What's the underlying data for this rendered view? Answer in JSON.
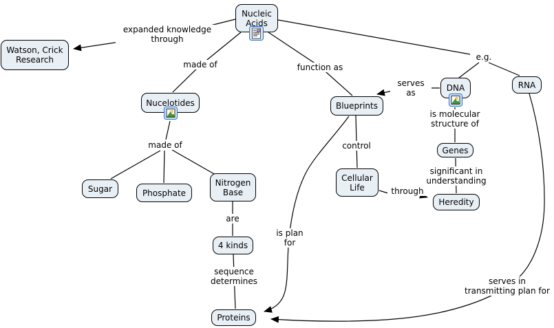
{
  "app": "concept-map",
  "topic": "Nucleic Acids",
  "colors": {
    "background": "#ffffff",
    "node_fill": "#e8eff5",
    "node_border": "#000000",
    "line": "#000000",
    "text": "#000000",
    "icon_box_fill": "#cfe3f8",
    "icon_box_border": "#2f6fce"
  },
  "nodes": [
    {
      "id": "nucleic-acids",
      "text": "Nucleic\nAcids"
    },
    {
      "id": "watson-crick",
      "text": "Watson, Crick\nResearch"
    },
    {
      "id": "nucelotides",
      "text": "Nucelotides"
    },
    {
      "id": "blueprints",
      "text": "Blueprints"
    },
    {
      "id": "dna",
      "text": "DNA"
    },
    {
      "id": "rna",
      "text": "RNA"
    },
    {
      "id": "sugar",
      "text": "Sugar"
    },
    {
      "id": "phosphate",
      "text": "Phosphate"
    },
    {
      "id": "nitrogen-base",
      "text": "Nitrogen\nBase"
    },
    {
      "id": "four-kinds",
      "text": "4 kinds"
    },
    {
      "id": "proteins",
      "text": "Proteins"
    },
    {
      "id": "cellular-life",
      "text": "Cellular\nLife"
    },
    {
      "id": "genes",
      "text": "Genes"
    },
    {
      "id": "heredity",
      "text": "Heredity"
    }
  ],
  "links": [
    {
      "id": "expanded-knowledge-through",
      "text": "expanded knowledge\nthrough"
    },
    {
      "id": "made-of-top",
      "text": "made of"
    },
    {
      "id": "function-as",
      "text": "function as"
    },
    {
      "id": "eg",
      "text": "e.g."
    },
    {
      "id": "serves-as",
      "text": "serves\nas"
    },
    {
      "id": "made-of-lower",
      "text": "made of"
    },
    {
      "id": "is-molecular-structure-of",
      "text": "is molecular\nstructure of"
    },
    {
      "id": "control",
      "text": "control"
    },
    {
      "id": "through",
      "text": "through"
    },
    {
      "id": "significant-in-understanding",
      "text": "significant in\nunderstanding"
    },
    {
      "id": "are",
      "text": "are"
    },
    {
      "id": "is-plan-for",
      "text": "is plan\nfor"
    },
    {
      "id": "sequence-determines",
      "text": "sequence\ndetermines"
    },
    {
      "id": "serves-in-transmitting",
      "text": "serves in\ntransmitting plan for"
    }
  ],
  "icons": [
    {
      "id": "nucleic-acids-resource",
      "type": "document-resource-icon"
    },
    {
      "id": "nucelotides-resource",
      "type": "image-resource-icon"
    },
    {
      "id": "dna-resource",
      "type": "image-resource-icon"
    }
  ]
}
